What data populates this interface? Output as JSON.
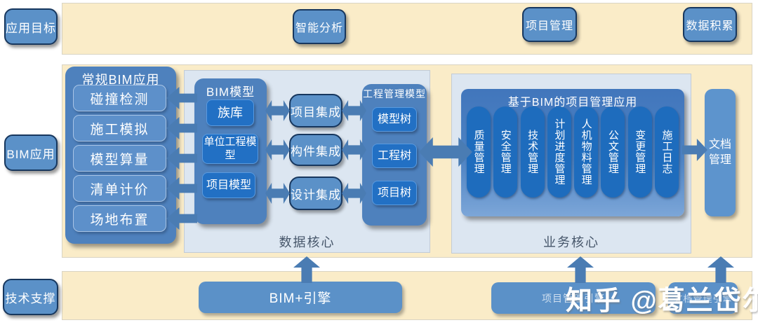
{
  "side_labels": {
    "app_goal": "应用目标",
    "bim_app": "BIM应用",
    "tech_support": "技术支撑"
  },
  "top_band": {
    "items": [
      "智能分析",
      "项目管理",
      "数据积累"
    ]
  },
  "bim_apps_group": {
    "title": "常规BIM应用",
    "items": [
      "碰撞检测",
      "施工模拟",
      "模型算量",
      "清单计价",
      "场地布置"
    ]
  },
  "data_core": {
    "label": "数据核心",
    "bim_model": {
      "title": "BIM模型",
      "items": [
        "族库",
        "单位工程模型",
        "项目模型"
      ]
    },
    "integrations": [
      "项目集成",
      "构件集成",
      "设计集成"
    ],
    "pm_model": {
      "title": "工程管理模型",
      "items": [
        "模型树",
        "工程树",
        "项目树"
      ]
    }
  },
  "business_core": {
    "label": "业务核心",
    "container_title": "基于BIM的项目管理应用",
    "pills": [
      "质量管理",
      "安全管理",
      "技术管理",
      "计划进度管理",
      "人机物料管理",
      "公文管理",
      "变更管理",
      "施工日志"
    ]
  },
  "doc_mgmt_label": "文档管理",
  "bottom_band": {
    "items": [
      "BIM+引擎",
      "项目管理引擎",
      "文档管理引擎"
    ]
  },
  "watermark": "知乎 @葛兰岱尔",
  "colors": {
    "band_bg": "#faecc8",
    "node_blue": "#5b91c8",
    "node_border": "#17375e",
    "group_blue": "#4e81bd",
    "deep_blue": "#2270c4",
    "pill_blue": "#1e6cbd",
    "panel_bg": "#dce6f1",
    "arrow_blue": "#4a7cb3"
  }
}
